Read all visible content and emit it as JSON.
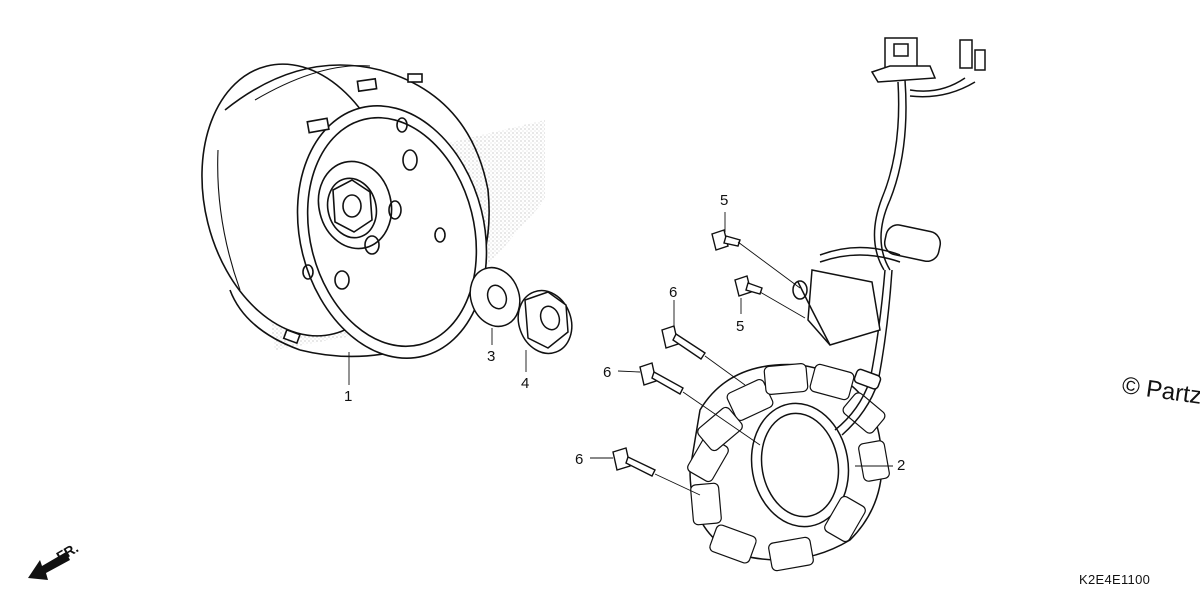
{
  "diagram": {
    "part_labels": {
      "flywheel": "1",
      "stator": "2",
      "washer": "3",
      "nut": "4",
      "bolt_upper": "5",
      "bolt_lower": "5",
      "bolt_a": "6",
      "bolt_b": "6",
      "bolt_c": "6"
    },
    "direction_label": "FR.",
    "diagram_code": "K2E4E1100",
    "watermark": "© Partz"
  },
  "colors": {
    "ink": "#111111",
    "background": "#ffffff",
    "stipple": "#9a9a9a"
  }
}
